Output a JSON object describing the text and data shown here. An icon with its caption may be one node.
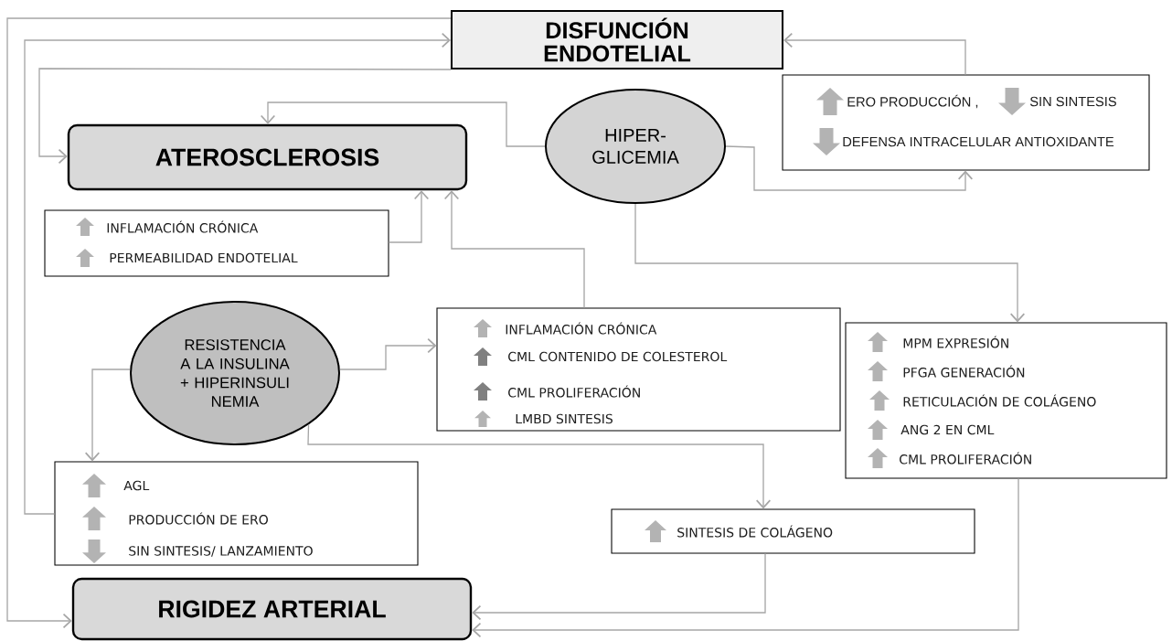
{
  "diagram": {
    "nodes": [
      {
        "text": [
          "DISFUNCIÓN ENDOTELIAL"
        ]
      },
      {
        "text": [
          "ATEROSCLEROSIS"
        ]
      },
      {
        "text": [
          "HIPER- GLICEMIA"
        ]
      },
      {
        "text": [
          "ERO PRODUCCIÓN ,",
          "SIN SINTESIS",
          "DEFENSA INTRACELULAR ANTIOXIDANTE"
        ]
      },
      {
        "text": [
          "INFLAMACIÓN CRÓNICA",
          "PERMEABILIDAD ENDOTELIAL"
        ]
      },
      {
        "text": [
          "RESISTENCIA A LA INSULINA + HIPERINSULI NEMIA"
        ]
      },
      {
        "text": [
          "INFLAMACIÓN CRÓNICA",
          "CML CONTENIDO DE COLESTEROL",
          "CML PROLIFERACIÓN",
          "LMBD SINTESIS"
        ]
      },
      {
        "text": [
          "MPM EXPRESIÓN",
          "PFGA GENERACIÓN",
          "RETICULACIÓN DE COLÁGENO",
          "ANG 2 EN CML",
          "CML PROLIFERACIÓN"
        ]
      },
      {
        "text": [
          "AGL",
          "PRODUCCIÓN DE ERO",
          "SIN SINTESIS/ LANZAMIENTO"
        ]
      },
      {
        "text": [
          "SINTESIS DE COLÁGENO"
        ]
      },
      {
        "text": [
          "RIGIDEZ ARTERIAL"
        ]
      }
    ],
    "edges": [
      {
        "from": 0,
        "to": 10,
        "arrow": "to"
      },
      {
        "from": 8,
        "to": 0,
        "arrow": "to"
      },
      {
        "from": 0,
        "to": 1,
        "arrow": "to"
      },
      {
        "from": 2,
        "to": 1,
        "arrow": "to"
      },
      {
        "from": 2,
        "to": 3,
        "arrow": "to"
      },
      {
        "from": 3,
        "to": 0,
        "arrow": "to"
      },
      {
        "from": 4,
        "to": 1,
        "arrow": "to"
      },
      {
        "from": 6,
        "to": 1,
        "arrow": "to"
      },
      {
        "from": 2,
        "to": 7,
        "arrow": "to"
      },
      {
        "from": 5,
        "to": 8,
        "arrow": "to"
      },
      {
        "from": 5,
        "to": 6,
        "arrow": "to"
      },
      {
        "from": 5,
        "to": 9,
        "arrow": "to"
      },
      {
        "from": 9,
        "to": 10,
        "arrow": "to"
      },
      {
        "from": 7,
        "to": 10,
        "arrow": "to"
      }
    ]
  }
}
